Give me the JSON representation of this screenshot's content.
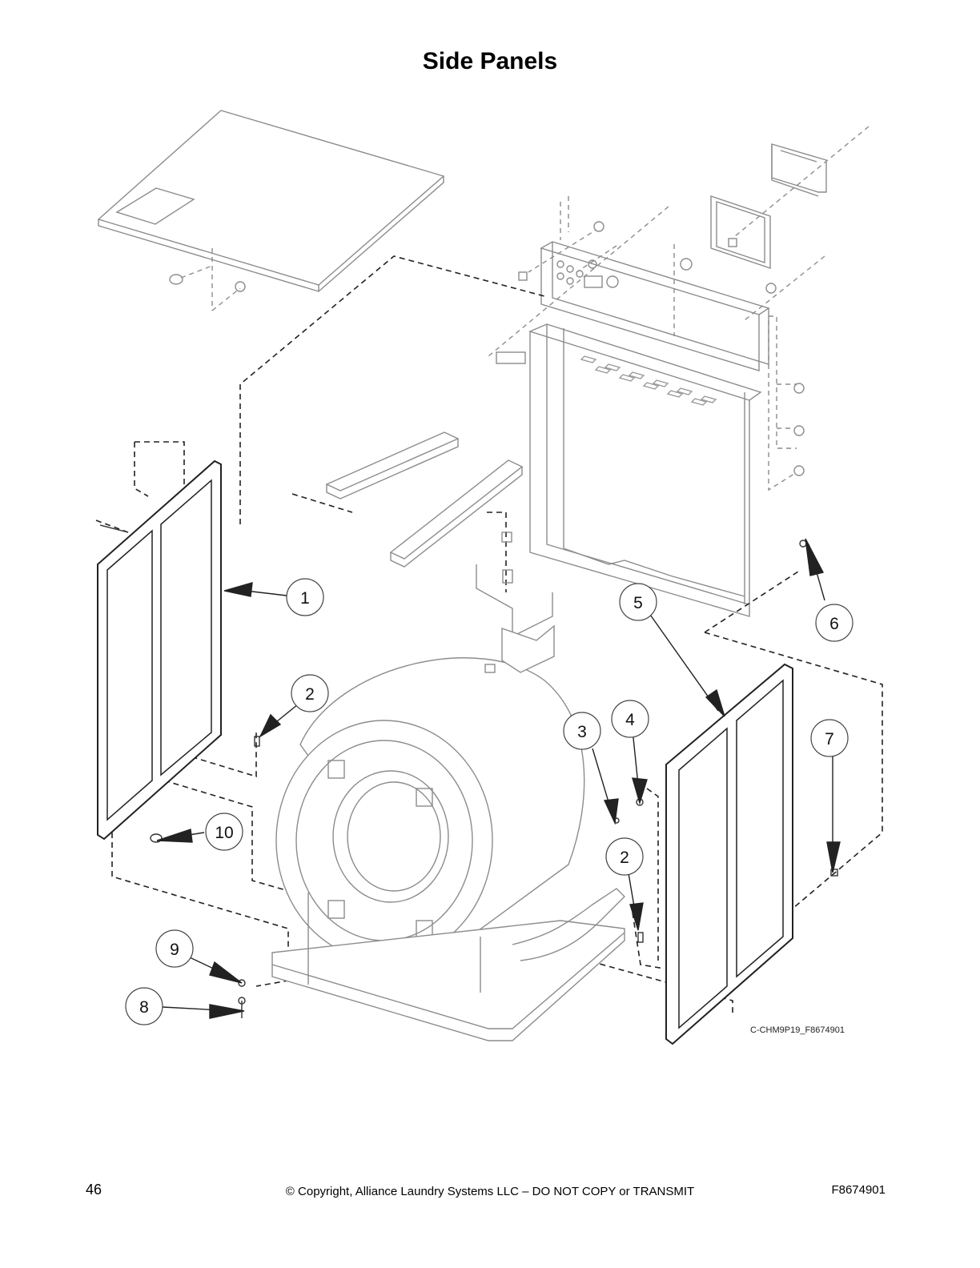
{
  "page": {
    "title": "Side Panels",
    "page_number": "46",
    "copyright": "© Copyright, Alliance Laundry Systems LLC – DO NOT COPY or TRANSMIT",
    "doc_number": "F8674901"
  },
  "diagram": {
    "drawing_id": "C-CHM9P19_F8674901",
    "callouts": [
      "1",
      "2",
      "3",
      "4",
      "5",
      "6",
      "7",
      "2",
      "8",
      "9",
      "10"
    ]
  },
  "colors": {
    "line": "#8c8c8c",
    "dark": "#222222",
    "leader": "#333333"
  }
}
